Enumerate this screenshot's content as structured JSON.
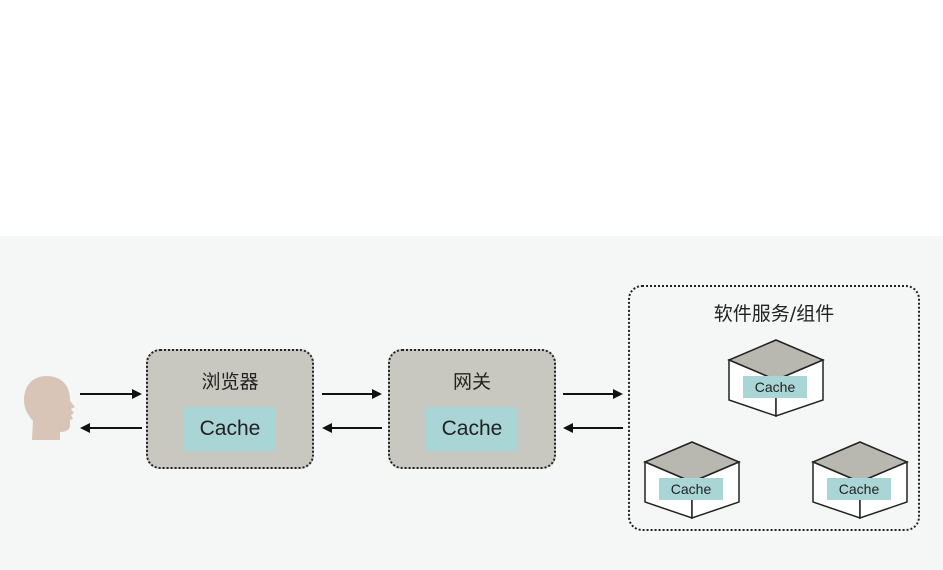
{
  "stages": {
    "browser": {
      "title": "浏览器",
      "cache": "Cache"
    },
    "gateway": {
      "title": "网关",
      "cache": "Cache"
    }
  },
  "services": {
    "title": "软件服务/组件",
    "components": [
      {
        "cache": "Cache"
      },
      {
        "cache": "Cache"
      },
      {
        "cache": "Cache"
      }
    ]
  },
  "colors": {
    "stage_fill": "#c9c8c0",
    "cache_fill": "#a9d5d6",
    "band_background": "#f5f7f6",
    "person": "#d9c4b8"
  },
  "icons": {
    "user": "person-head-icon",
    "component": "cube-icon"
  }
}
